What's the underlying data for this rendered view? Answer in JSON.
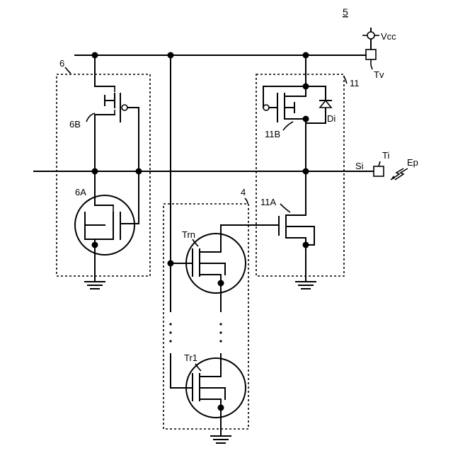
{
  "figure_number": "5",
  "labels": {
    "vcc": "Vcc",
    "tv": "Tv",
    "block6": "6",
    "block11": "11",
    "block4": "4",
    "t6b": "6B",
    "t6a": "6A",
    "t11b": "11B",
    "t11a": "11A",
    "di": "Di",
    "si": "Si",
    "ti": "Ti",
    "ep": "Ep",
    "trn": "Trn",
    "tr1": "Tr1"
  }
}
